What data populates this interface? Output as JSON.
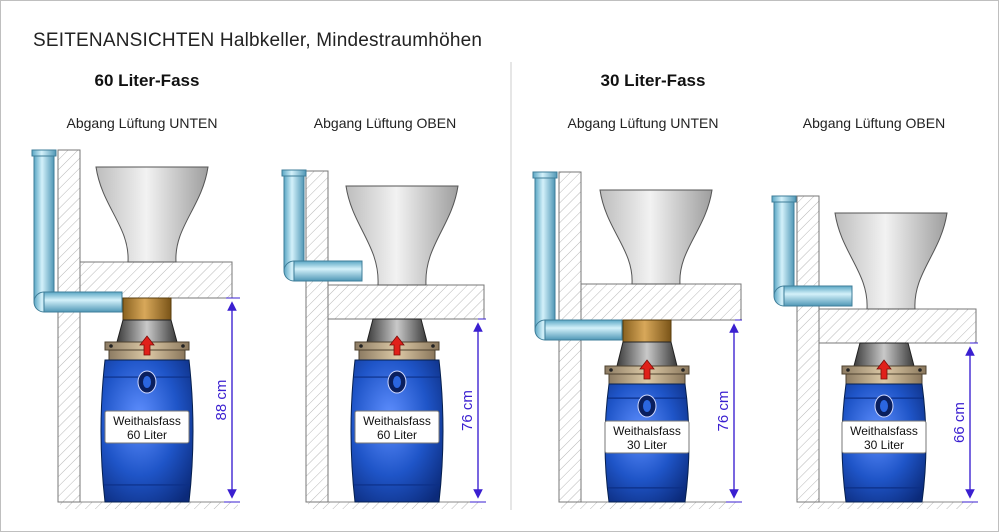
{
  "title": "SEITENANSICHTEN Halbkeller, Mindestraumhöhen",
  "groups": [
    {
      "title": "60 Liter-Fass"
    },
    {
      "title": "30 Liter-Fass"
    }
  ],
  "panels": [
    {
      "variant": "Abgang Lüftung UNTEN",
      "barrel_label_line1": "Weithalsfass",
      "barrel_label_line2": "60 Liter",
      "height_label": "88 cm"
    },
    {
      "variant": "Abgang Lüftung OBEN",
      "barrel_label_line1": "Weithalsfass",
      "barrel_label_line2": "60 Liter",
      "height_label": "76 cm"
    },
    {
      "variant": "Abgang Lüftung UNTEN",
      "barrel_label_line1": "Weithalsfass",
      "barrel_label_line2": "30 Liter",
      "height_label": "76 cm"
    },
    {
      "variant": "Abgang Lüftung OBEN",
      "barrel_label_line1": "Weithalsfass",
      "barrel_label_line2": "30 Liter",
      "height_label": "66 cm"
    }
  ],
  "colors": {
    "pipe": "#8fd0e6",
    "barrel": "#1f55c8",
    "dimension": "#3a1fd0",
    "arrow": "#e0201a",
    "separator_line": "#cccccc"
  }
}
